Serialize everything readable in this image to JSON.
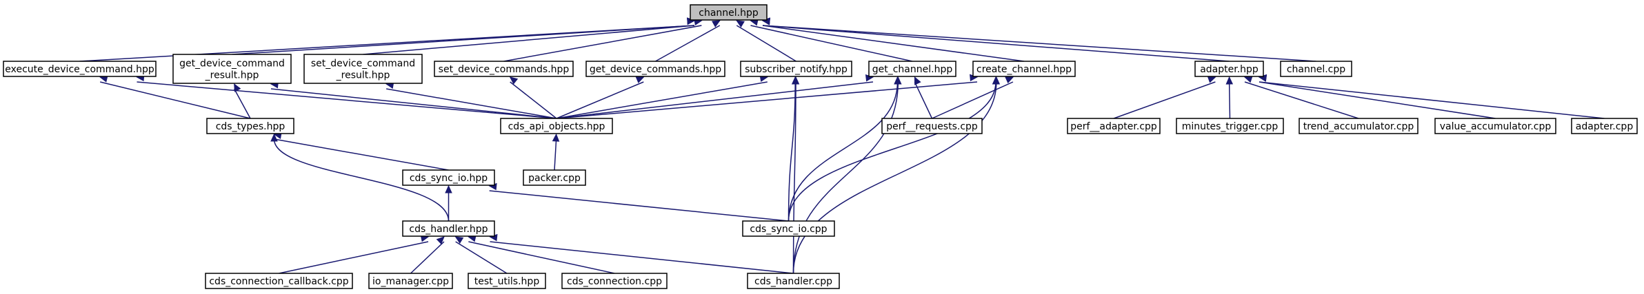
{
  "graph": {
    "nodes": [
      {
        "id": "channel_hpp",
        "lines": [
          "channel.hpp"
        ],
        "root": true
      },
      {
        "id": "execute_device_command",
        "lines": [
          "execute_device_command.hpp"
        ]
      },
      {
        "id": "get_device_command_result",
        "lines": [
          "get_device_command",
          "_result.hpp"
        ]
      },
      {
        "id": "set_device_command_result",
        "lines": [
          "set_device_command",
          "_result.hpp"
        ]
      },
      {
        "id": "set_device_commands",
        "lines": [
          "set_device_commands.hpp"
        ]
      },
      {
        "id": "get_device_commands",
        "lines": [
          "get_device_commands.hpp"
        ]
      },
      {
        "id": "subscriber_notify",
        "lines": [
          "subscriber_notify.hpp"
        ]
      },
      {
        "id": "get_channel",
        "lines": [
          "get_channel.hpp"
        ]
      },
      {
        "id": "create_channel",
        "lines": [
          "create_channel.hpp"
        ]
      },
      {
        "id": "adapter_hpp",
        "lines": [
          "adapter.hpp"
        ]
      },
      {
        "id": "channel_cpp",
        "lines": [
          "channel.cpp"
        ]
      },
      {
        "id": "cds_types",
        "lines": [
          "cds_types.hpp"
        ]
      },
      {
        "id": "cds_api_objects",
        "lines": [
          "cds_api_objects.hpp"
        ]
      },
      {
        "id": "perf_requests",
        "lines": [
          "perf__requests.cpp"
        ]
      },
      {
        "id": "perf_adapter",
        "lines": [
          "perf__adapter.cpp"
        ]
      },
      {
        "id": "minutes_trigger",
        "lines": [
          "minutes_trigger.cpp"
        ]
      },
      {
        "id": "trend_accumulator",
        "lines": [
          "trend_accumulator.cpp"
        ]
      },
      {
        "id": "value_accumulator",
        "lines": [
          "value_accumulator.cpp"
        ]
      },
      {
        "id": "adapter_cpp",
        "lines": [
          "adapter.cpp"
        ]
      },
      {
        "id": "cds_sync_io_hpp",
        "lines": [
          "cds_sync_io.hpp"
        ]
      },
      {
        "id": "packer",
        "lines": [
          "packer.cpp"
        ]
      },
      {
        "id": "cds_handler_hpp",
        "lines": [
          "cds_handler.hpp"
        ]
      },
      {
        "id": "cds_sync_io_cpp",
        "lines": [
          "cds_sync_io.cpp"
        ]
      },
      {
        "id": "cds_connection_callback",
        "lines": [
          "cds_connection_callback.cpp"
        ]
      },
      {
        "id": "io_manager",
        "lines": [
          "io_manager.cpp"
        ]
      },
      {
        "id": "test_utils",
        "lines": [
          "test_utils.hpp"
        ]
      },
      {
        "id": "cds_connection",
        "lines": [
          "cds_connection.cpp"
        ]
      },
      {
        "id": "cds_handler_cpp",
        "lines": [
          "cds_handler.cpp"
        ]
      }
    ],
    "edges": [
      {
        "from": "execute_device_command",
        "to": "channel_hpp"
      },
      {
        "from": "get_device_command_result",
        "to": "channel_hpp"
      },
      {
        "from": "set_device_command_result",
        "to": "channel_hpp"
      },
      {
        "from": "set_device_commands",
        "to": "channel_hpp"
      },
      {
        "from": "get_device_commands",
        "to": "channel_hpp"
      },
      {
        "from": "subscriber_notify",
        "to": "channel_hpp"
      },
      {
        "from": "get_channel",
        "to": "channel_hpp"
      },
      {
        "from": "create_channel",
        "to": "channel_hpp"
      },
      {
        "from": "adapter_hpp",
        "to": "channel_hpp"
      },
      {
        "from": "channel_cpp",
        "to": "channel_hpp"
      },
      {
        "from": "cds_types",
        "to": "execute_device_command"
      },
      {
        "from": "cds_api_objects",
        "to": "execute_device_command"
      },
      {
        "from": "cds_types",
        "to": "get_device_command_result"
      },
      {
        "from": "cds_api_objects",
        "to": "get_device_command_result"
      },
      {
        "from": "cds_api_objects",
        "to": "set_device_command_result"
      },
      {
        "from": "cds_api_objects",
        "to": "set_device_commands"
      },
      {
        "from": "cds_api_objects",
        "to": "get_device_commands"
      },
      {
        "from": "cds_api_objects",
        "to": "subscriber_notify"
      },
      {
        "from": "cds_handler_cpp",
        "to": "subscriber_notify"
      },
      {
        "from": "cds_sync_io_cpp",
        "to": "subscriber_notify"
      },
      {
        "from": "cds_api_objects",
        "to": "get_channel"
      },
      {
        "from": "perf_requests",
        "to": "get_channel"
      },
      {
        "from": "cds_sync_io_cpp",
        "to": "get_channel"
      },
      {
        "from": "cds_handler_cpp",
        "to": "get_channel"
      },
      {
        "from": "cds_api_objects",
        "to": "create_channel"
      },
      {
        "from": "perf_requests",
        "to": "create_channel"
      },
      {
        "from": "cds_sync_io_cpp",
        "to": "create_channel"
      },
      {
        "from": "cds_handler_cpp",
        "to": "create_channel"
      },
      {
        "from": "perf_adapter",
        "to": "adapter_hpp"
      },
      {
        "from": "minutes_trigger",
        "to": "adapter_hpp"
      },
      {
        "from": "trend_accumulator",
        "to": "adapter_hpp"
      },
      {
        "from": "value_accumulator",
        "to": "adapter_hpp"
      },
      {
        "from": "adapter_cpp",
        "to": "adapter_hpp"
      },
      {
        "from": "cds_sync_io_hpp",
        "to": "cds_types"
      },
      {
        "from": "cds_handler_hpp",
        "to": "cds_types"
      },
      {
        "from": "packer",
        "to": "cds_api_objects"
      },
      {
        "from": "cds_handler_hpp",
        "to": "cds_sync_io_hpp"
      },
      {
        "from": "cds_sync_io_cpp",
        "to": "cds_sync_io_hpp"
      },
      {
        "from": "cds_connection_callback",
        "to": "cds_handler_hpp"
      },
      {
        "from": "io_manager",
        "to": "cds_handler_hpp"
      },
      {
        "from": "test_utils",
        "to": "cds_handler_hpp"
      },
      {
        "from": "cds_connection",
        "to": "cds_handler_hpp"
      },
      {
        "from": "cds_handler_cpp",
        "to": "cds_handler_hpp"
      }
    ]
  }
}
